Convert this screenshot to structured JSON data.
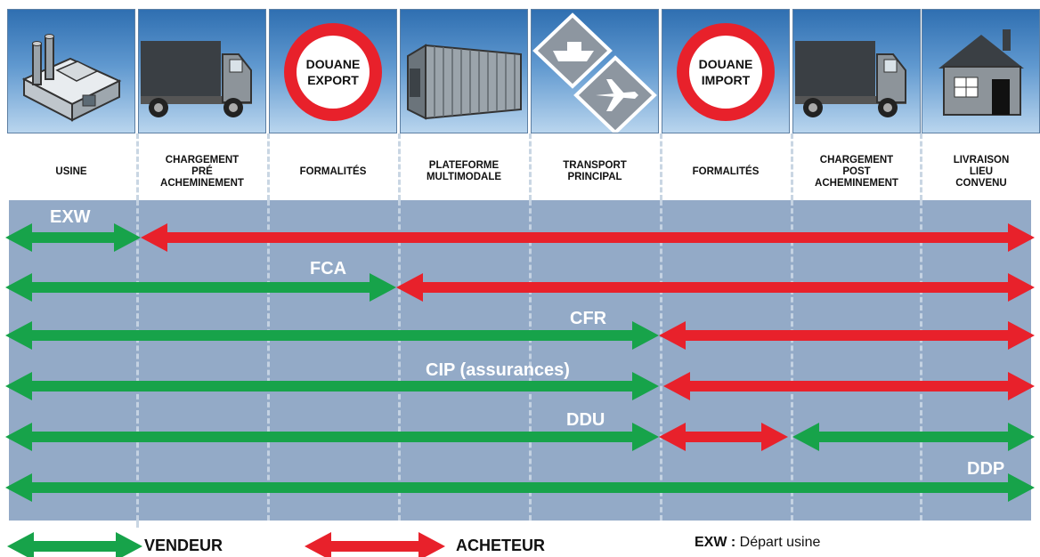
{
  "columns": [
    {
      "label": "USINE",
      "icon": "factory-icon"
    },
    {
      "label": "CHARGEMENT\nPRÉ\nACHEMINEMENT",
      "icon": "truck-icon"
    },
    {
      "label": "FORMALITÉS",
      "icon": "customs-export-sign-icon",
      "sign": [
        "DOUANE",
        "EXPORT"
      ]
    },
    {
      "label": "PLATEFORME\nMULTIMODALE",
      "icon": "container-icon"
    },
    {
      "label": "TRANSPORT\nPRINCIPAL",
      "icon": "ship-plane-icon"
    },
    {
      "label": "FORMALITÉS",
      "icon": "customs-import-sign-icon",
      "sign": [
        "DOUANE",
        "IMPORT"
      ]
    },
    {
      "label": "CHARGEMENT\nPOST\nACHEMINEMENT",
      "icon": "truck-icon"
    },
    {
      "label": "LIVRAISON\nLIEU\nCONVENU",
      "icon": "house-icon"
    }
  ],
  "terms": [
    {
      "code": "EXW",
      "label": "EXW"
    },
    {
      "code": "FCA",
      "label": "FCA"
    },
    {
      "code": "CFR",
      "label": "CFR"
    },
    {
      "code": "CIP",
      "label": "CIP (assurances)"
    },
    {
      "code": "DDU",
      "label": "DDU"
    },
    {
      "code": "DDP",
      "label": "DDP"
    }
  ],
  "legend": {
    "seller": "VENDEUR",
    "buyer": "ACHETEUR",
    "definition_term": "EXW :",
    "definition_text": "Départ usine"
  },
  "colors": {
    "seller": "#17a34a",
    "buyer": "#e8212b",
    "panel": "#93aac7"
  }
}
